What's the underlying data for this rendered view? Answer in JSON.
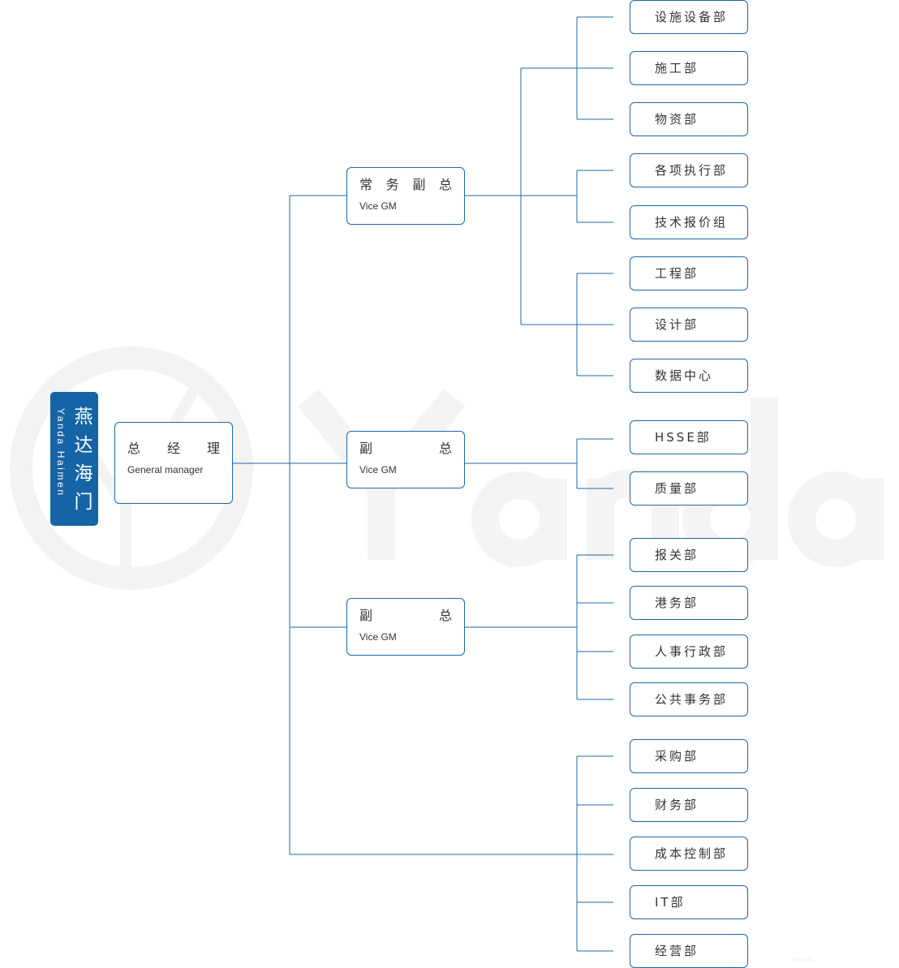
{
  "logo": {
    "chinese_chars": [
      "燕",
      "达",
      "海",
      "门"
    ],
    "english": "Yanda Haimen",
    "color": "#1565a6"
  },
  "watermark": {
    "text": "Yanda"
  },
  "line_color": "#1d68a6",
  "general_manager": {
    "title_chars": [
      "总",
      "经",
      "理"
    ],
    "subtitle": "General manager"
  },
  "vice_gms": [
    {
      "title_chars": [
        "常",
        "务",
        "副",
        "总"
      ],
      "subtitle": "Vice GM"
    },
    {
      "title_chars": [
        "副",
        "总"
      ],
      "subtitle": "Vice GM"
    },
    {
      "title_chars": [
        "副",
        "总"
      ],
      "subtitle": "Vice GM"
    }
  ],
  "departments": {
    "executive_vgm": [
      "设施设备部",
      "施工部",
      "物资部",
      "各项执行部",
      "技术报价组",
      "工程部",
      "设计部",
      "数据中心"
    ],
    "vgm_2": [
      "HSSE部",
      "质量部"
    ],
    "vgm_3": [
      "报关部",
      "港务部",
      "人事行政部",
      "公共事务部"
    ],
    "gm_direct": [
      "采购部",
      "财务部",
      "成本控制部",
      "IT部",
      "经营部"
    ]
  }
}
